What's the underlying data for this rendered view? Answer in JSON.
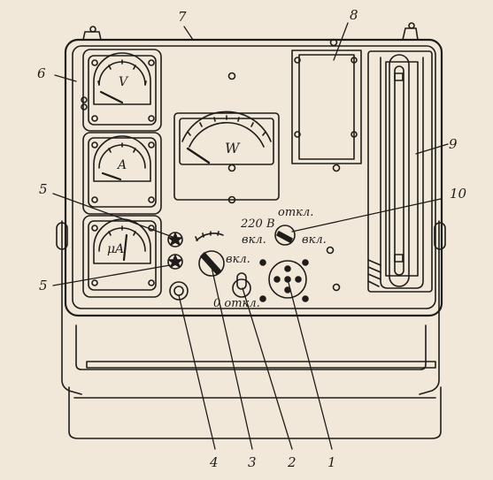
{
  "callouts": {
    "c1": "1",
    "c2": "2",
    "c3": "3",
    "c4": "4",
    "c5a": "5",
    "c5b": "5",
    "c6": "6",
    "c7": "7",
    "c8": "8",
    "c9": "9",
    "c10": "10"
  },
  "meters": {
    "voltmeter": "V",
    "ammeter": "A",
    "wattmeter": "W",
    "microammeter": "μA"
  },
  "panel_text": {
    "voltage": "220 B",
    "off_top": "откл.",
    "on_left": "вкл.",
    "on_right": "вкл.",
    "on_mid": "вкл.",
    "off_bottom": "0 откл."
  },
  "colors": {
    "ink": "#1f1d1a",
    "paper": "#f1e8da"
  }
}
